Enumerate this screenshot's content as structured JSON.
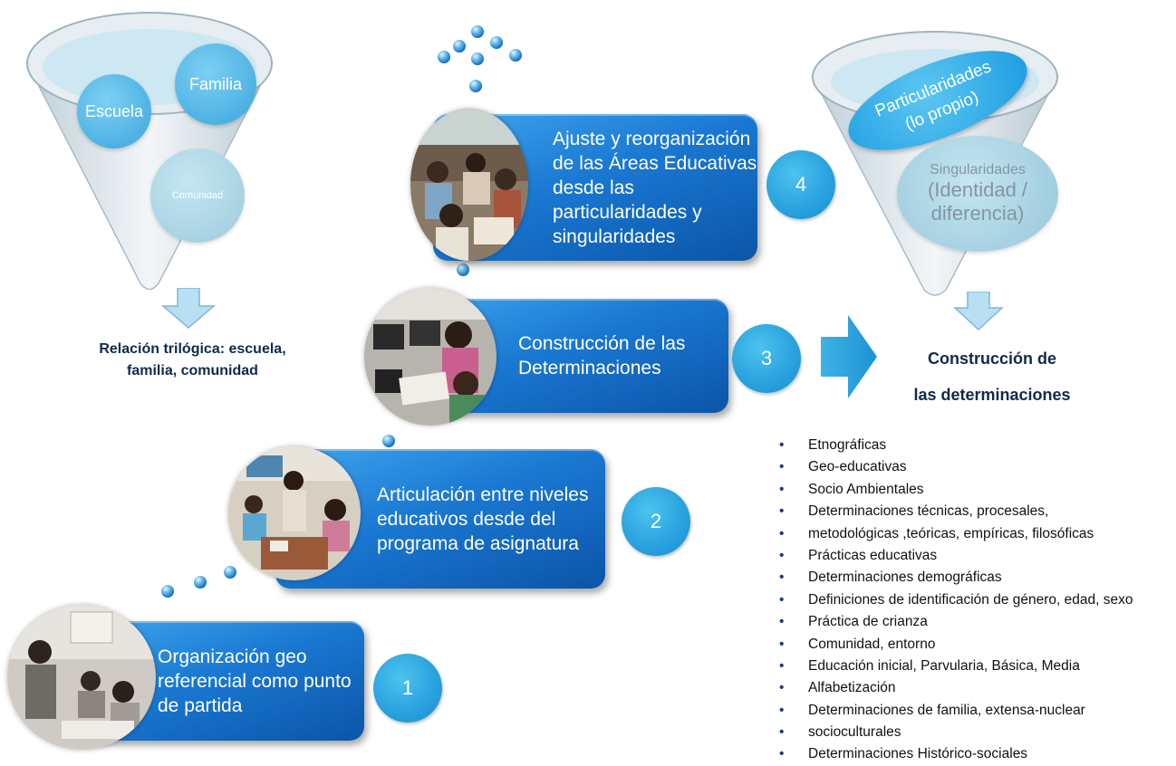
{
  "left_funnel": {
    "circles": [
      "Escuela",
      "Familia",
      "Comunidad"
    ],
    "caption_line1": "Relación trilógica: escuela,",
    "caption_line2": "familia, comunidad"
  },
  "right_funnel": {
    "top_line1": "Particularidades",
    "top_line2": "(lo propio)",
    "bottom_line1": "Singularidades",
    "bottom_line2": "(Identidad /",
    "bottom_line3": "diferencia)",
    "caption_line1": "Construcción de",
    "caption_line2": "las determinaciones"
  },
  "steps": [
    {
      "number": "1",
      "lines": [
        "Organización geo",
        "referencial como punto",
        "de partida"
      ]
    },
    {
      "number": "2",
      "lines": [
        "Articulación entre niveles",
        "educativos desde del",
        "programa de asignatura"
      ]
    },
    {
      "number": "3",
      "lines": [
        "Construcción de las",
        "Determinaciones"
      ]
    },
    {
      "number": "4",
      "lines": [
        "Ajuste y reorganización",
        "de las Áreas Educativas",
        "desde las",
        "particularidades y",
        "singularidades"
      ]
    }
  ],
  "determinations": [
    "Etnográficas",
    "Geo-educativas",
    " Socio Ambientales",
    "Determinaciones técnicas, procesales,",
    "metodológicas ,teóricas, empíricas, filosóficas",
    "Prácticas educativas",
    "Determinaciones demográficas",
    "Definiciones de identificación de género, edad, sexo",
    "Práctica de crianza",
    "Comunidad, entorno",
    "Educación inicial, Parvularia, Básica, Media",
    "Alfabetización",
    "Determinaciones de familia, extensa-nuclear",
    " socioculturales",
    " Determinaciones Histórico-sociales"
  ],
  "colors": {
    "box_blue": "#1a78d2",
    "number_blue": "#2aa3df",
    "funnel_gray": "#d7e1e6",
    "arrow_blue": "#29a2dc",
    "caption_navy": "#0e2a4c"
  }
}
